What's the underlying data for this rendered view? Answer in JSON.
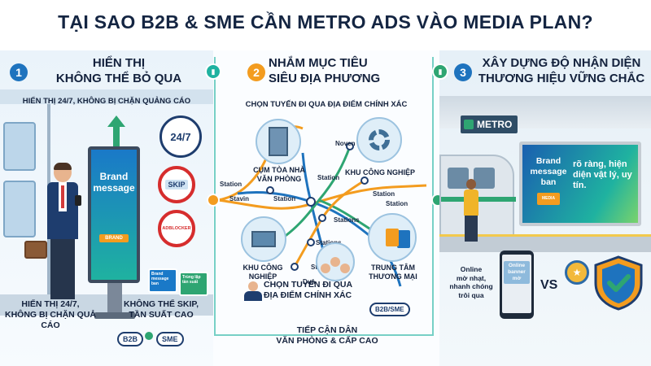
{
  "title": "TẠI SAO B2B & SME CẦN METRO ADS VÀO MEDIA PLAN?",
  "colors": {
    "navy": "#142542",
    "blue": "#1e73be",
    "orange": "#f39c1f",
    "green": "#2ea572",
    "teal": "#1fb2a0"
  },
  "panel1": {
    "number": "1",
    "heading_l1": "HIỂN THỊ",
    "heading_l2": "KHÔNG THỂ BỎ QUA",
    "subtitle": "HIỂN THỊ 24/7, KHÔNG BỊ CHẶN QUẢNG CÁO",
    "clock_label": "24/7",
    "skip_label": "SKIP",
    "adblocker_label": "ADBLOCKER",
    "kiosk_l1": "Brand",
    "kiosk_l2": "message",
    "kiosk_btn": "BRAND",
    "card1": "Brand message ban",
    "card2": "Trùng lặp tần suất",
    "caption_left_l1": "HIỂN THỊ 24/7,",
    "caption_left_l2": "KHÔNG BỊ CHẶN QUẢ CÁO",
    "caption_right_l1": "KHÔNG THỂ SKIP,",
    "caption_right_l2": "TẦN SUẤT CAO",
    "badge_b2b": "B2B",
    "badge_sme": "SME"
  },
  "panel2": {
    "number": "2",
    "heading_l1": "NHẮM MỤC TIÊU",
    "heading_l2": "SIÊU ĐỊA PHƯƠNG",
    "subtitle": "CHỌN TUYẾN ĐI QUA ĐỊA ĐIỂM CHÍNH XÁC",
    "office_l1": "CỤM TÒA NHÀ",
    "office_l2": "VĂN PHÒNG",
    "industrial_top": "KHU CÔNG NGHIỆP",
    "industrial_l1": "KHU CÔNG",
    "industrial_l2": "NGHIỆP",
    "mall_l1": "TRUNG TÂM",
    "mall_l2": "THƯƠNG MẠI",
    "stations": [
      "Noven",
      "Station",
      "Station",
      "Stavin",
      "Station",
      "Station",
      "Stations",
      "Stations",
      "Stations",
      "Station",
      "Duả"
    ],
    "caption_l1": "CHỌN TUYẾN ĐI QUA",
    "caption_l2": "ĐỊA ĐIỂM CHÍNH XÁC",
    "badge": "B2B/SME",
    "footer_l1": "TIẾP CẬN DÂN",
    "footer_l2": "VĂN PHÒNG & CẤP CAO"
  },
  "panel3": {
    "number": "3",
    "heading_l1": "XÂY DỰNG ĐỘ NHẬN DIỆN",
    "heading_l2": "THƯƠNG HIỆU VỮNG CHẮC",
    "metro_sign": "METRO",
    "billboard_l1": "Brand",
    "billboard_l2": "message",
    "billboard_l3": "ban",
    "billboard_tag": "MEDIA",
    "billboard_right": "rõ ràng, hiện diện vật lý, uy tín.",
    "online_l1": "Online",
    "online_l2": "mờ nhạt,",
    "online_l3": "nhanh chóng",
    "online_l4": "trôi qua",
    "phone_l1": "Online",
    "phone_l2": "banner",
    "phone_l3": "mờ",
    "vs": "VS"
  }
}
